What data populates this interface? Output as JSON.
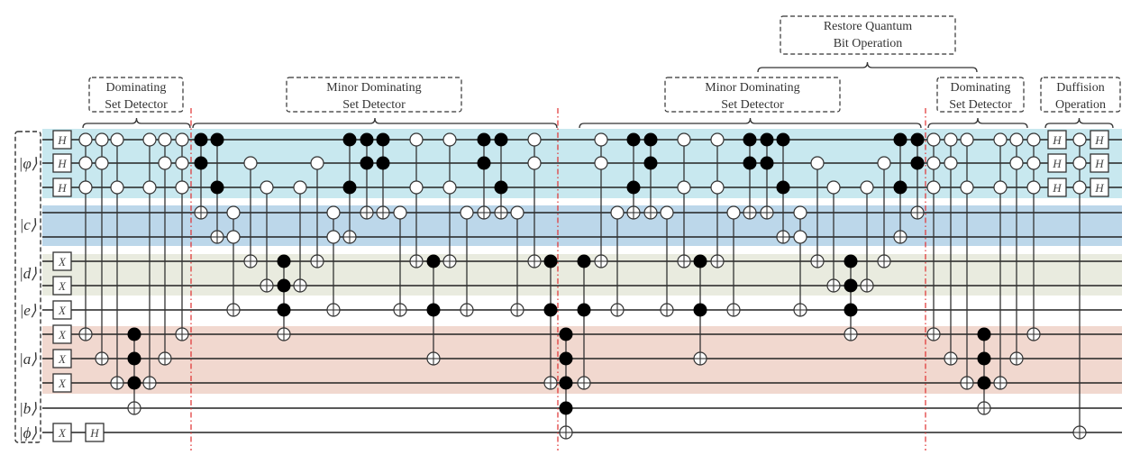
{
  "colors": {
    "phi_band": "#c8e8ef",
    "c_band": "#bcd7ea",
    "d_band": "#e9ebdf",
    "a_band": "#f1d8cf",
    "separator": "#e03030",
    "wire": "#222222"
  },
  "register_labels": [
    {
      "reg": "varphi",
      "text": "|φ⟩"
    },
    {
      "reg": "c",
      "text": "|c⟩"
    },
    {
      "reg": "d",
      "text": "|d⟩"
    },
    {
      "reg": "e",
      "text": "|e⟩"
    },
    {
      "reg": "a",
      "text": "|a⟩"
    },
    {
      "reg": "b",
      "text": "|b⟩"
    },
    {
      "reg": "phi",
      "text": "|ϕ⟩"
    }
  ],
  "annotations": [
    {
      "line1": "Dominating",
      "line2": "Set Detector"
    },
    {
      "line1": "Minor Dominating",
      "line2": "Set Detector"
    },
    {
      "line1": "Restore Quantum",
      "line2": "Bit Operation"
    },
    {
      "line1": "Minor Dominating",
      "line2": "Set Detector"
    },
    {
      "line1": "Dominating",
      "line2": "Set Detector"
    },
    {
      "line1": "Duffision",
      "line2": "Operation"
    }
  ],
  "wires": [
    "φ0",
    "φ1",
    "φ2",
    "c0",
    "c1",
    "d0",
    "d1",
    "e",
    "a0",
    "a1",
    "a2",
    "b",
    "ϕ"
  ],
  "single_gates": [
    {
      "label": "H",
      "wires": [
        0,
        1,
        2
      ],
      "stage": "init"
    },
    {
      "label": "X",
      "wires": [
        5,
        6,
        7,
        8,
        9,
        10,
        12
      ],
      "stage": "init"
    },
    {
      "label": "H",
      "wires": [
        12
      ],
      "stage": "init2"
    },
    {
      "label": "H",
      "wires": [
        0,
        1,
        2
      ],
      "stage": "diff1"
    },
    {
      "label": "H",
      "wires": [
        0,
        1,
        2
      ],
      "stage": "diff2"
    }
  ],
  "controlled_gates": [
    {
      "open": [
        0,
        1,
        2
      ],
      "filled": [],
      "target": 8
    },
    {
      "open": [
        0,
        1
      ],
      "filled": [],
      "target": 9
    },
    {
      "open": [
        0,
        2
      ],
      "filled": [],
      "target": 10
    },
    {
      "open": [],
      "filled": [
        8,
        9,
        10
      ],
      "target": 11
    },
    {
      "open": [
        0,
        2
      ],
      "filled": [],
      "target": 10
    },
    {
      "open": [
        0,
        1
      ],
      "filled": [],
      "target": 9
    },
    {
      "open": [
        0,
        1,
        2
      ],
      "filled": [],
      "target": 8
    },
    {
      "open": [],
      "filled": [
        0,
        1
      ],
      "target": 3
    },
    {
      "open": [],
      "filled": [
        0,
        2
      ],
      "target": 4
    },
    {
      "open": [
        3,
        4
      ],
      "filled": [],
      "target": 7
    },
    {
      "open": [
        1
      ],
      "filled": [],
      "target": 5
    },
    {
      "open": [
        2
      ],
      "filled": [],
      "target": 6
    },
    {
      "open": [],
      "filled": [
        5,
        6,
        7
      ],
      "target": 8
    },
    {
      "open": [
        2
      ],
      "filled": [],
      "target": 6
    },
    {
      "open": [
        1
      ],
      "filled": [],
      "target": 5
    },
    {
      "open": [
        3,
        4
      ],
      "filled": [],
      "target": 7
    },
    {
      "open": [],
      "filled": [
        0,
        2
      ],
      "target": 4
    },
    {
      "open": [],
      "filled": [
        0,
        1
      ],
      "target": 3
    },
    {
      "open": [],
      "filled": [
        0,
        1
      ],
      "target": 3
    },
    {
      "open": [
        3
      ],
      "filled": [],
      "target": 7
    },
    {
      "open": [
        0,
        2
      ],
      "filled": [],
      "target": 5
    },
    {
      "open": [],
      "filled": [
        5,
        7
      ],
      "target": 9
    },
    {
      "open": [
        0,
        2
      ],
      "filled": [],
      "target": 5
    },
    {
      "open": [
        3
      ],
      "filled": [],
      "target": 7
    },
    {
      "open": [],
      "filled": [
        0,
        1
      ],
      "target": 3
    },
    {
      "open": [],
      "filled": [
        0,
        2
      ],
      "target": 3
    },
    {
      "open": [
        3
      ],
      "filled": [],
      "target": 7
    },
    {
      "open": [
        0,
        1
      ],
      "filled": [],
      "target": 5
    },
    {
      "open": [],
      "filled": [
        5,
        7
      ],
      "target": 10
    },
    {
      "open": [],
      "filled": [
        8,
        9,
        10,
        11
      ],
      "target": 12
    },
    {
      "open": [],
      "filled": [
        5,
        7
      ],
      "target": 10
    },
    {
      "open": [
        0,
        1
      ],
      "filled": [],
      "target": 5
    },
    {
      "open": [
        3
      ],
      "filled": [],
      "target": 7
    },
    {
      "open": [],
      "filled": [
        0,
        2
      ],
      "target": 3
    },
    {
      "open": [],
      "filled": [
        0,
        1
      ],
      "target": 3
    },
    {
      "open": [
        3
      ],
      "filled": [],
      "target": 7
    },
    {
      "open": [
        0,
        2
      ],
      "filled": [],
      "target": 5
    },
    {
      "open": [],
      "filled": [
        5,
        7
      ],
      "target": 9
    },
    {
      "open": [
        0,
        2
      ],
      "filled": [],
      "target": 5
    },
    {
      "open": [
        3
      ],
      "filled": [],
      "target": 7
    },
    {
      "open": [],
      "filled": [
        0,
        1
      ],
      "target": 3
    },
    {
      "open": [],
      "filled": [
        0,
        1
      ],
      "target": 3
    },
    {
      "open": [],
      "filled": [
        0,
        2
      ],
      "target": 4
    },
    {
      "open": [
        3,
        4
      ],
      "filled": [],
      "target": 7
    },
    {
      "open": [
        1
      ],
      "filled": [],
      "target": 5
    },
    {
      "open": [
        2
      ],
      "filled": [],
      "target": 6
    },
    {
      "open": [],
      "filled": [
        5,
        6,
        7
      ],
      "target": 8
    },
    {
      "open": [
        2
      ],
      "filled": [],
      "target": 6
    },
    {
      "open": [
        1
      ],
      "filled": [],
      "target": 5
    },
    {
      "open": [],
      "filled": [
        0,
        2
      ],
      "target": 4
    },
    {
      "open": [],
      "filled": [
        0,
        1
      ],
      "target": 3
    },
    {
      "open": [
        0,
        1,
        2
      ],
      "filled": [],
      "target": 8
    },
    {
      "open": [
        0,
        1
      ],
      "filled": [],
      "target": 9
    },
    {
      "open": [
        0,
        2
      ],
      "filled": [],
      "target": 10
    },
    {
      "open": [],
      "filled": [
        8,
        9,
        10
      ],
      "target": 11
    },
    {
      "open": [
        0,
        2
      ],
      "filled": [],
      "target": 10
    },
    {
      "open": [
        0,
        1
      ],
      "filled": [],
      "target": 9
    },
    {
      "open": [
        0,
        1,
        2
      ],
      "filled": [],
      "target": 8
    },
    {
      "open": [
        0,
        1,
        2
      ],
      "filled": [],
      "target": 12
    }
  ]
}
